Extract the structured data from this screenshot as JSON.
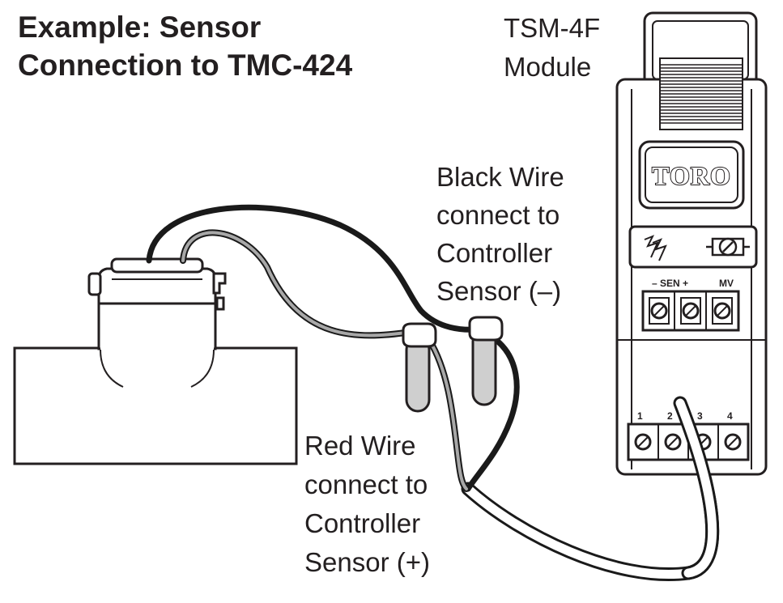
{
  "title": {
    "line1": "Example: Sensor",
    "line2": "Connection to TMC-424"
  },
  "module": {
    "name_line1": "TSM-4F",
    "name_line2": "Module",
    "brand": "TORO",
    "sen_label": "– SEN +",
    "mv_label": "MV",
    "terminal_numbers": [
      "1",
      "2",
      "3",
      "4"
    ]
  },
  "black_wire": {
    "lines": [
      "Black Wire",
      "connect to",
      "Controller",
      "Sensor (–)"
    ]
  },
  "red_wire": {
    "lines": [
      "Red Wire",
      "connect to",
      "Controller",
      "Sensor (+)"
    ]
  },
  "colors": {
    "ink": "#231f20",
    "wire_black": "#1a1a1a",
    "wire_grey": "#9a9a9a",
    "connector_fill": "#cfcfcf"
  }
}
